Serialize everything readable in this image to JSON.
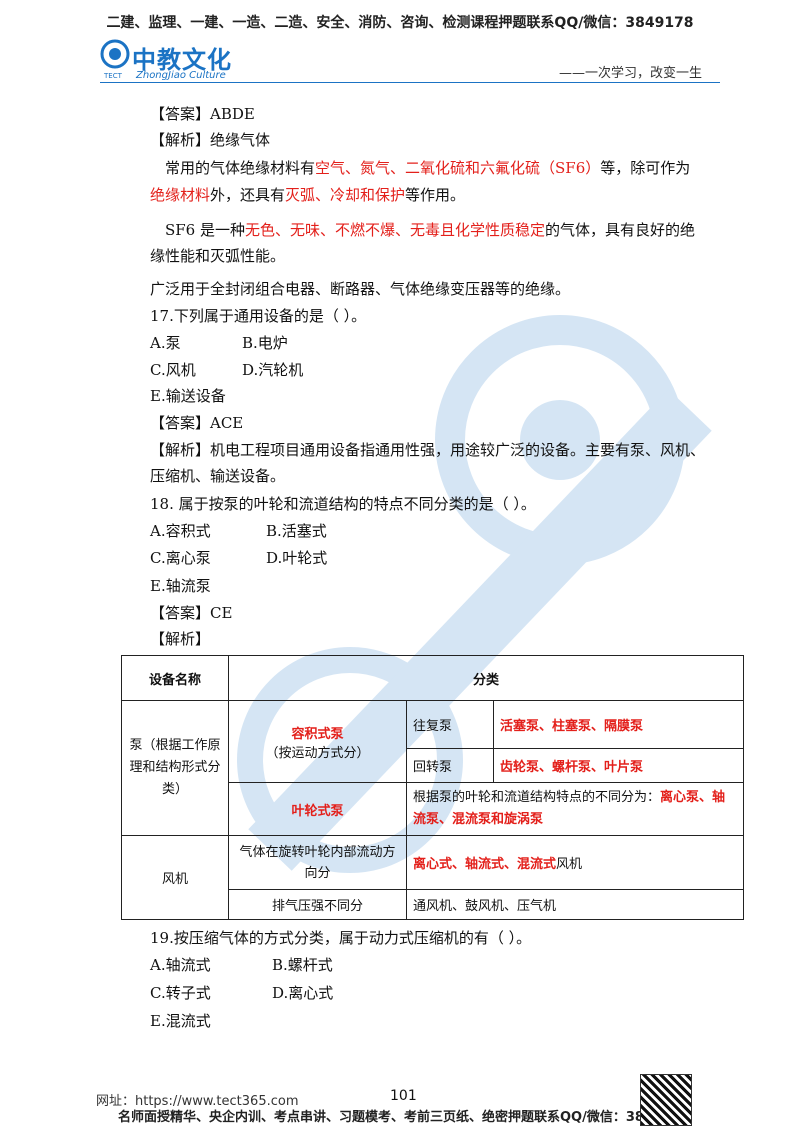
{
  "header": {
    "top_banner": "二建、监理、一建、一造、二造、安全、消防、咨询、检测课程押题联系QQ/微信：3849178",
    "logo_text": "中教文化",
    "logo_sub": "ZhongJiao Culture",
    "logo_mark": "TECT",
    "slogan": "——一次学习，改变一生"
  },
  "content": {
    "q16_answer": "【答案】ABDE",
    "q16_analysis_title": "【解析】绝缘气体",
    "p1": {
      "a": "常用的气体绝缘材料有",
      "b": "空气、氮气、二氧化硫和六氟化硫（SF6）",
      "c": "等，除可作为",
      "d": "绝缘材料",
      "e": "外，还具有",
      "f": "灭弧、冷却和保护",
      "g": "等作用。"
    },
    "p2": {
      "a": "SF6 是一种",
      "b": "无色、无味、不燃不爆、无毒且化学性质稳定",
      "c": "的气体，具有良好的绝",
      "d": "缘性能和灭弧性能。"
    },
    "p3": "广泛用于全封闭组合电器、断路器、气体绝缘变压器等的绝缘。",
    "q17": {
      "stem": "17.下列属于通用设备的是（  ）。",
      "a": "A.泵",
      "b": "B.电炉",
      "c": "C.风机",
      "d": "D.汽轮机",
      "e": "E.输送设备",
      "answer": "【答案】ACE",
      "analysis1": "【解析】机电工程项目通用设备指通用性强，用途较广泛的设备。主要有泵、风机、",
      "analysis2": "压缩机、输送设备。"
    },
    "q18": {
      "stem": "18. 属于按泵的叶轮和流道结构的特点不同分类的是（  ）。",
      "a": "A.容积式",
      "b": "B.活塞式",
      "c": "C.离心泵",
      "d": "D.叶轮式",
      "e": "E.轴流泵",
      "answer": "【答案】CE",
      "analysis": "【解析】"
    },
    "table": {
      "h1": "设备名称",
      "h2": "分类",
      "pump": "泵（根据工作原理和结构形式分类）",
      "pos": "容积式泵",
      "pos_note": "（按运动方式分）",
      "recip": "往复泵",
      "recip_types": "活塞泵、柱塞泵、隔膜泵",
      "rotary": "回转泵",
      "rotary_types": "齿轮泵、螺杆泵、叶片泵",
      "impeller": "叶轮式泵",
      "impeller_desc": "根据泵的叶轮和流道结构特点的不同分为：",
      "impeller_types": "离心泵、轴流泵、混流泵和旋涡泵",
      "fan": "风机",
      "fan_c1": "气体在旋转叶轮内部流动方向分",
      "fan_c1_types": "离心式、轴流式、混流式",
      "fan_c1_suffix": "风机",
      "fan_c2": "排气压强不同分",
      "fan_c2_types": "通风机、鼓风机、压气机"
    },
    "q19": {
      "stem": "19.按压缩气体的方式分类，属于动力式压缩机的有（  ）。",
      "a": "A.轴流式",
      "b": "B.螺杆式",
      "c": "C.转子式",
      "d": "D.离心式",
      "e": "E.混流式"
    }
  },
  "footer": {
    "url": "网址：https://www.tect365.com",
    "page_number": "101",
    "ad": "名师面授精华、央企内训、考点串讲、习题模考、考前三页纸、绝密押题联系QQ/微信：3849178"
  }
}
